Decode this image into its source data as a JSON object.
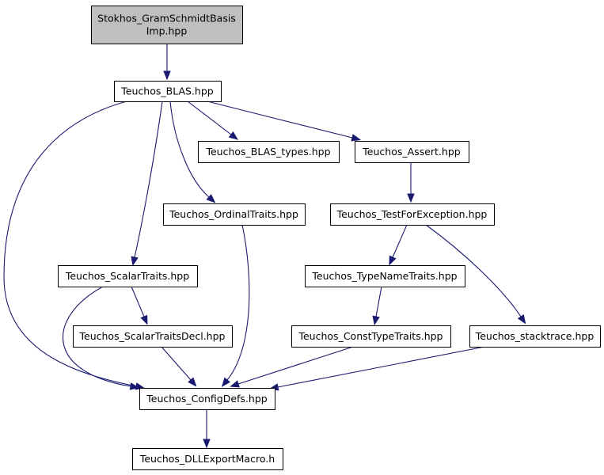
{
  "colors": {
    "edge": "#191970",
    "root_fill": "#bfbfbf",
    "node_fill": "#ffffff",
    "node_border": "#000000"
  },
  "nodes": [
    {
      "id": "gram",
      "lines": [
        "Stokhos_GramSchmidtBasis",
        "Imp.hpp"
      ],
      "root": true
    },
    {
      "id": "blas",
      "lines": [
        "Teuchos_BLAS.hpp"
      ]
    },
    {
      "id": "blas_types",
      "lines": [
        "Teuchos_BLAS_types.hpp"
      ]
    },
    {
      "id": "assert",
      "lines": [
        "Teuchos_Assert.hpp"
      ]
    },
    {
      "id": "ordinal",
      "lines": [
        "Teuchos_OrdinalTraits.hpp"
      ]
    },
    {
      "id": "testfor",
      "lines": [
        "Teuchos_TestForException.hpp"
      ]
    },
    {
      "id": "scalar",
      "lines": [
        "Teuchos_ScalarTraits.hpp"
      ]
    },
    {
      "id": "typename",
      "lines": [
        "Teuchos_TypeNameTraits.hpp"
      ]
    },
    {
      "id": "scalardecl",
      "lines": [
        "Teuchos_ScalarTraitsDecl.hpp"
      ]
    },
    {
      "id": "consttype",
      "lines": [
        "Teuchos_ConstTypeTraits.hpp"
      ]
    },
    {
      "id": "stacktrace",
      "lines": [
        "Teuchos_stacktrace.hpp"
      ]
    },
    {
      "id": "config",
      "lines": [
        "Teuchos_ConfigDefs.hpp"
      ]
    },
    {
      "id": "dll",
      "lines": [
        "Teuchos_DLLExportMacro.h"
      ]
    }
  ],
  "edges": [
    {
      "from": "gram",
      "to": "blas"
    },
    {
      "from": "blas",
      "to": "blas_types"
    },
    {
      "from": "blas",
      "to": "assert"
    },
    {
      "from": "blas",
      "to": "ordinal"
    },
    {
      "from": "blas",
      "to": "scalar"
    },
    {
      "from": "blas",
      "to": "config"
    },
    {
      "from": "assert",
      "to": "testfor"
    },
    {
      "from": "testfor",
      "to": "typename"
    },
    {
      "from": "testfor",
      "to": "stacktrace"
    },
    {
      "from": "ordinal",
      "to": "config"
    },
    {
      "from": "scalar",
      "to": "scalardecl"
    },
    {
      "from": "scalar",
      "to": "config"
    },
    {
      "from": "typename",
      "to": "consttype"
    },
    {
      "from": "scalardecl",
      "to": "config"
    },
    {
      "from": "consttype",
      "to": "config"
    },
    {
      "from": "stacktrace",
      "to": "config"
    },
    {
      "from": "config",
      "to": "dll"
    }
  ]
}
